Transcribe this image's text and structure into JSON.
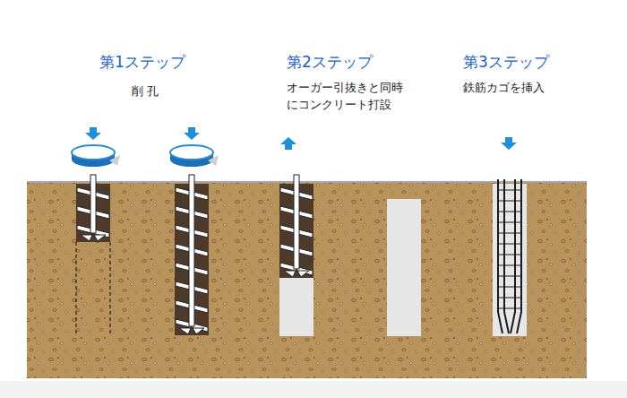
{
  "diagram": {
    "labels": [
      "第1ステップ",
      "削 孔",
      "第2ステップ",
      "オーガー引抜きと同時 にコンクリート打設",
      "第3ステップ",
      "鉄筋カゴを挿入"
    ]
  }
}
